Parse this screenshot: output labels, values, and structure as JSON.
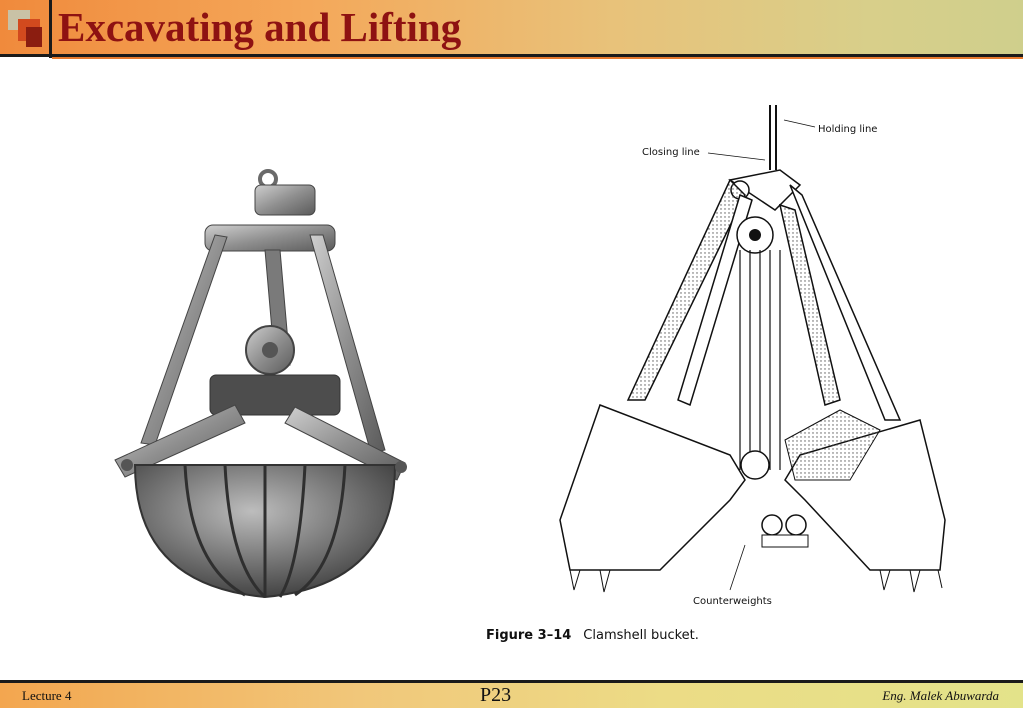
{
  "slide": {
    "title": "Excavating and Lifting"
  },
  "diagram": {
    "labels": {
      "holding_line": "Holding line",
      "closing_line": "Closing line",
      "counterweights": "Counterweights"
    },
    "caption": {
      "figure": "Figure 3–14",
      "text": "Clamshell bucket."
    }
  },
  "footer": {
    "left": "Lecture 4",
    "center": "P23",
    "right": "Eng. Malek Abuwarda"
  },
  "colors": {
    "title": "#8e1212",
    "header_start": "#f08a3c",
    "header_end": "#cfcf8c",
    "accent_line": "#e67a2e"
  }
}
